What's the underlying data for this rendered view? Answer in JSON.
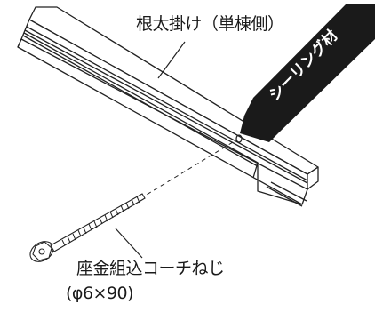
{
  "labels": {
    "rail": "根太掛け（単棟側）",
    "sealant": "シーリング材",
    "screw_line1": "座金組込コーチねじ",
    "screw_line2": "(φ6×90)"
  }
}
